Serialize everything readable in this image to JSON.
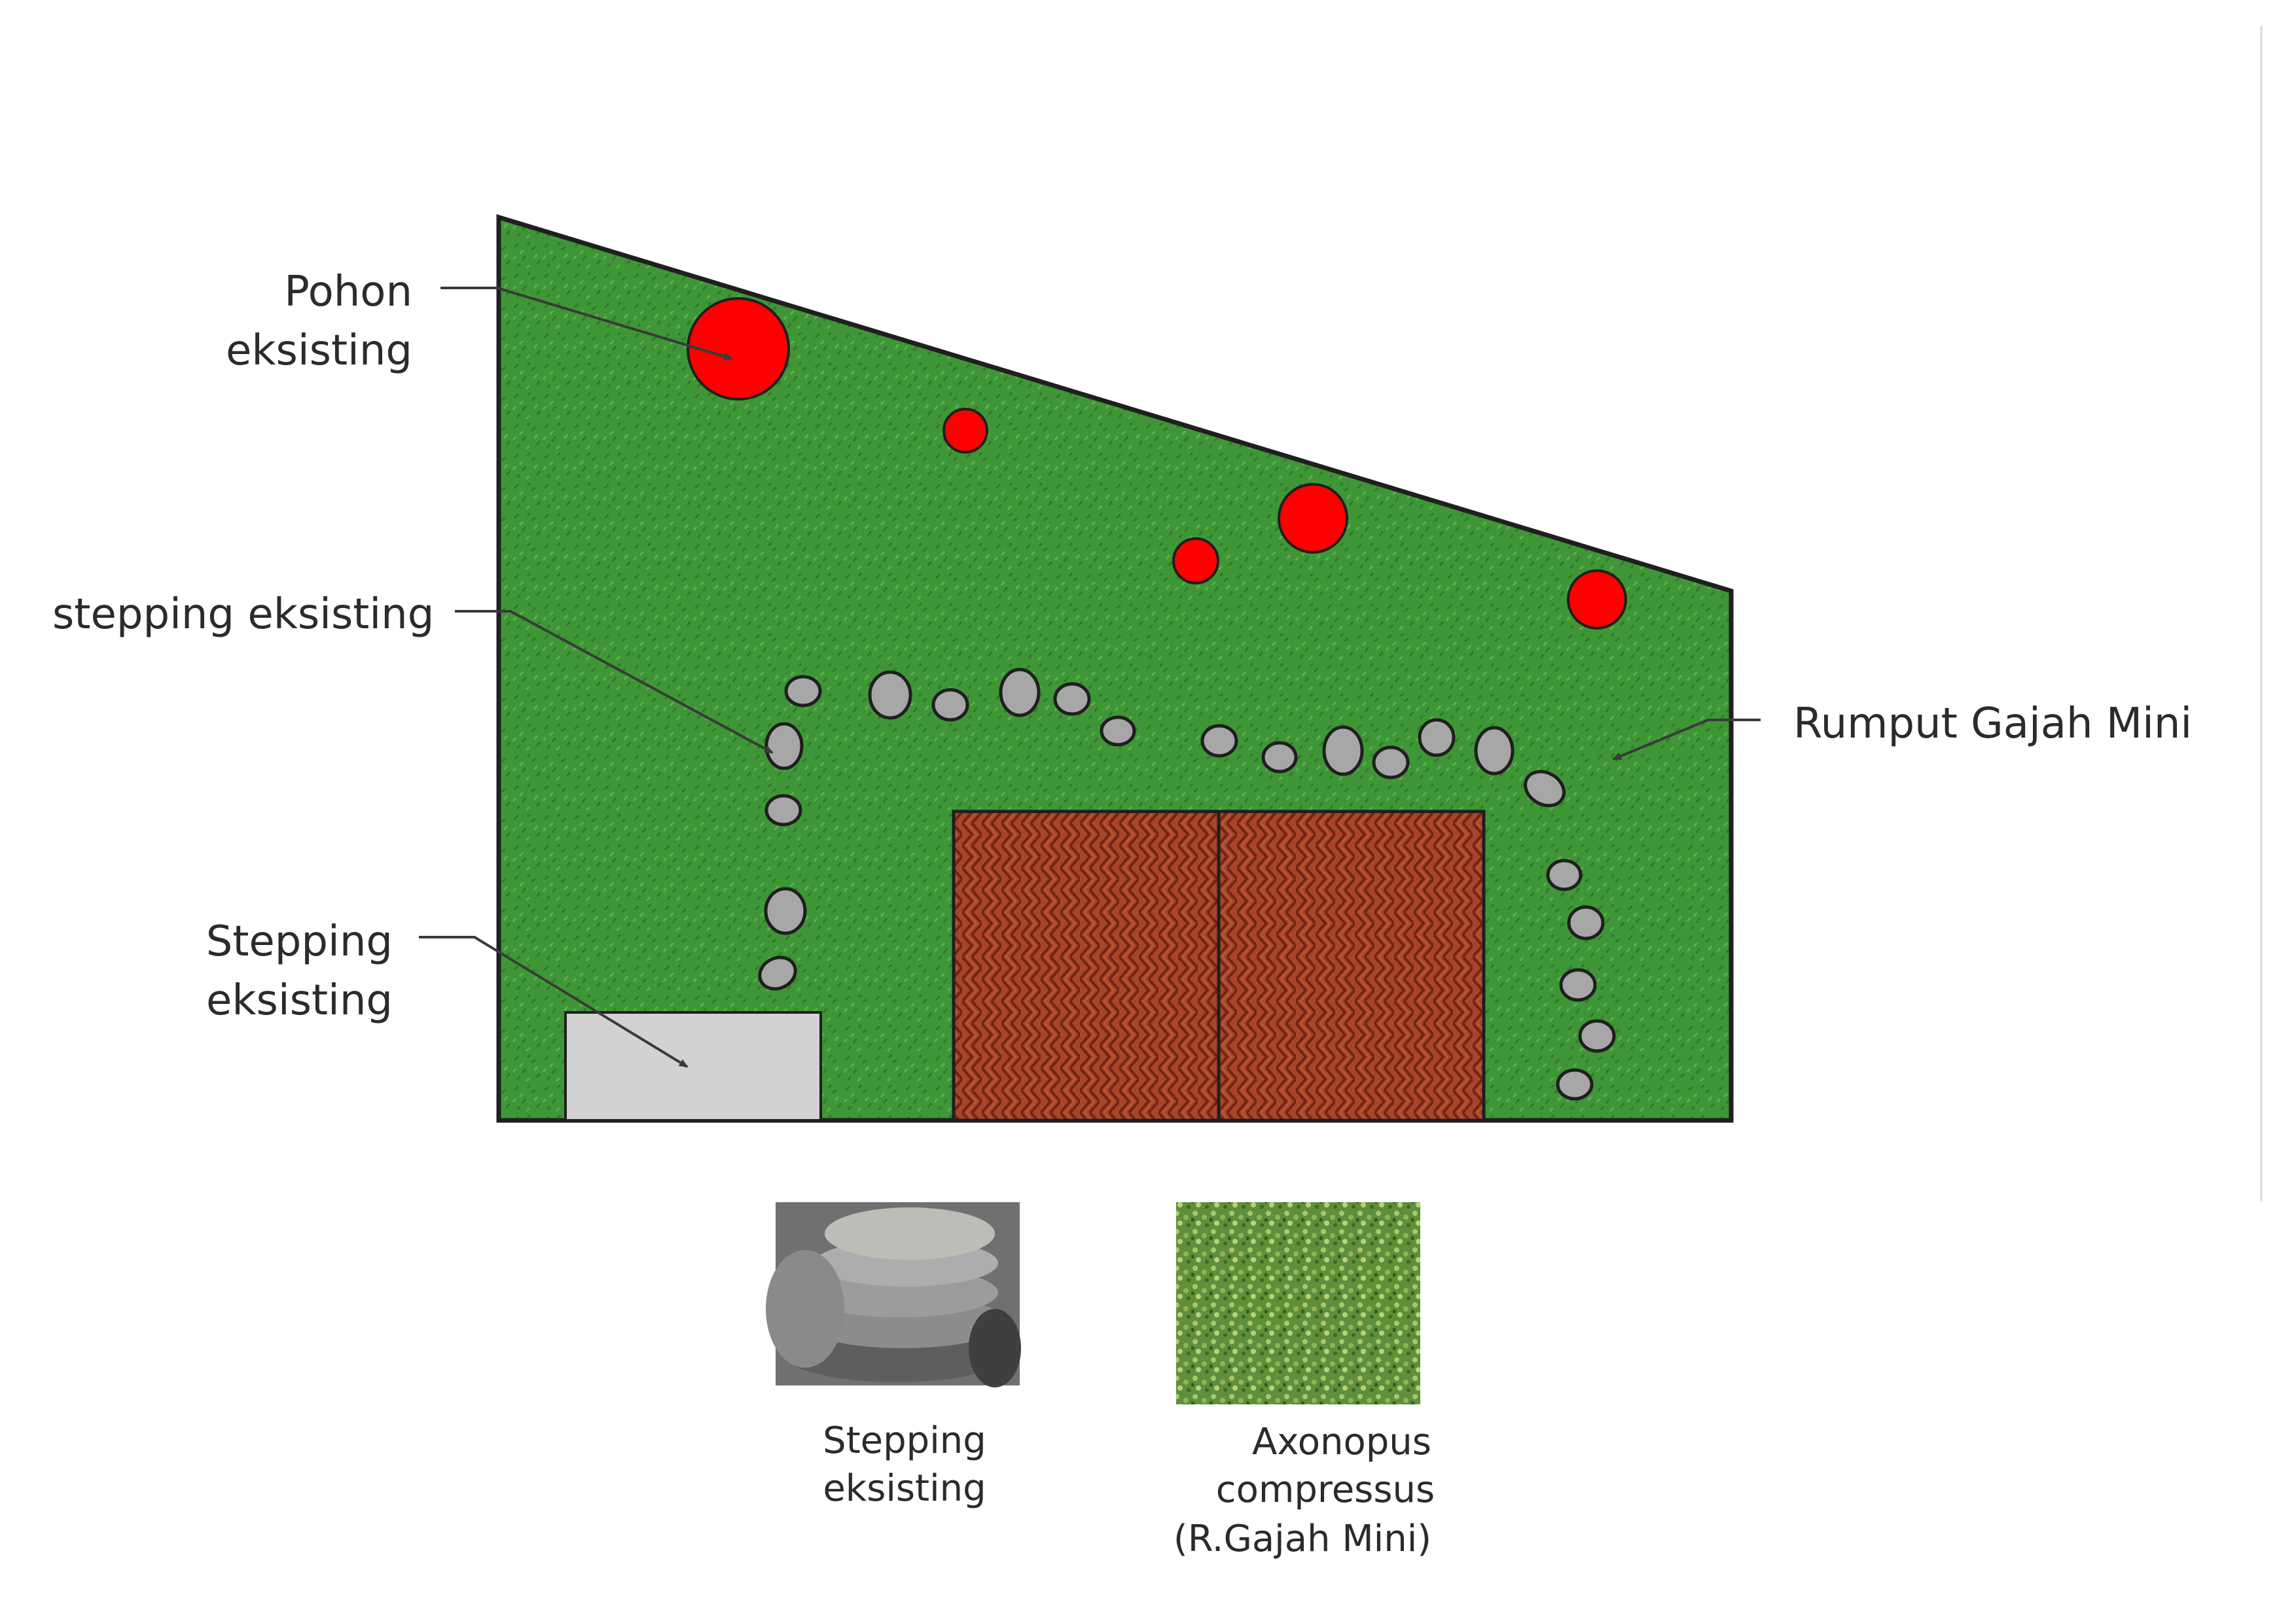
{
  "labels": {
    "pohon_line1": "Pohon",
    "pohon_line2": "eksisting",
    "stepping_path": "stepping eksisting",
    "stepping_slab_line1": "Stepping",
    "stepping_slab_line2": "eksisting",
    "rumput": "Rumput Gajah Mini"
  },
  "legend": {
    "stone_line1": "Stepping",
    "stone_line2": "eksisting",
    "grass_line1": "Axonopus",
    "grass_line2": "compressus",
    "grass_line3": "(R.Gajah Mini)"
  },
  "colors": {
    "grass": "#3f9636",
    "tree": "#ff0000",
    "stone": "#a7a7a7",
    "slab": "#d2d2d2",
    "brick": "#a9442a",
    "outline": "#1f1f1f"
  }
}
